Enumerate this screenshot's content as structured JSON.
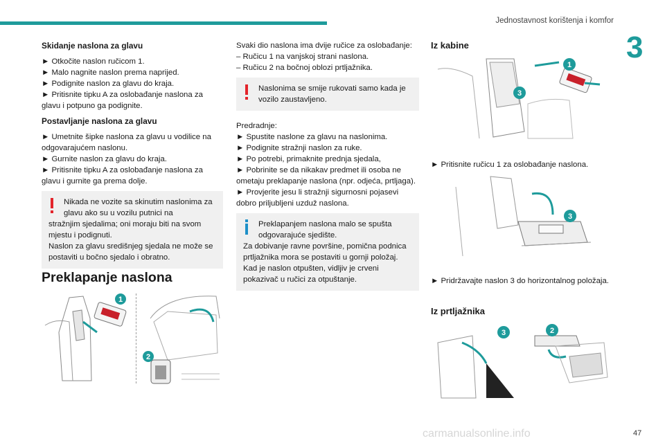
{
  "header": {
    "section_title": "Jednostavnost korištenja i komfor",
    "chapter_number": "3"
  },
  "col1": {
    "h_remove": "Skidanje naslona za glavu",
    "remove_steps": [
      "► Otkočite naslon ručicom 1.",
      "► Malo nagnite naslon prema naprijed.",
      "► Podignite naslon za glavu do kraja.",
      "► Pritisnite tipku A za oslobađanje naslona za glavu i potpuno ga podignite."
    ],
    "h_install": "Postavljanje naslona za glavu",
    "install_steps": [
      "► Umetnite šipke naslona za glavu u vodilice na odgovarajućem naslonu.",
      "► Gurnite naslon za glavu do kraja.",
      "► Pritisnite tipku A za oslobađanje naslona za glavu i gurnite ga prema dolje."
    ],
    "warning_lead": "Nikada ne vozite sa skinutim naslonima za glavu ako su u vozilu putnici na",
    "warning_rest": "stražnjim sjedalima; oni moraju biti na svom mjestu i podignuti.",
    "warning_extra": "Naslon za glavu središnjeg sjedala ne može se postaviti u bočno sjedalo i obratno."
  },
  "section_title": "Preklapanje naslona",
  "col2": {
    "intro": "Svaki dio naslona ima dvije ručice za oslobađanje:",
    "handle1": "– Ručicu 1 na vanjskoj strani naslona.",
    "handle2": "– Ručicu 2 na bočnoj oblozi prtljažnika.",
    "warning": "Naslonima se smije rukovati samo kada je vozilo zaustavljeno.",
    "prep_title": "Predradnje:",
    "prep_steps": [
      "► Spustite naslone za glavu na naslonima.",
      "► Podignite stražnji naslon za ruke.",
      "► Po potrebi, primaknite prednja sjedala,",
      "► Pobrinite se da nikakav predmet ili osoba ne ometaju preklapanje naslona (npr. odjeća, prtljaga).",
      "► Provjerite jesu li stražnji sigurnosni pojasevi dobro priljubljeni uzduž naslona."
    ],
    "info_lead": "Preklapanjem naslona malo se spušta odgovarajuće sjedište.",
    "info_rest": "Za dobivanje ravne površine, pomična podnica prtljažnika mora se postaviti u gornji položaj.",
    "info_extra": "Kad je naslon otpušten, vidljiv je crveni pokazivač u ručici za otpuštanje."
  },
  "col3": {
    "h_cabin": "Iz kabine",
    "step_cabin": "► Pritisnite ručicu 1 za oslobađanje naslona.",
    "step_hold": "► Pridržavajte naslon 3 do horizontalnog položaja.",
    "h_trunk": "Iz prtljažnika"
  },
  "callouts": {
    "one": "1",
    "two": "2",
    "three": "3"
  },
  "footer": {
    "page_number": "47",
    "watermark": "carmanualsonline.info"
  },
  "colors": {
    "accent": "#1e9b9b",
    "warning": "#e3242b",
    "info": "#1e90c8"
  }
}
